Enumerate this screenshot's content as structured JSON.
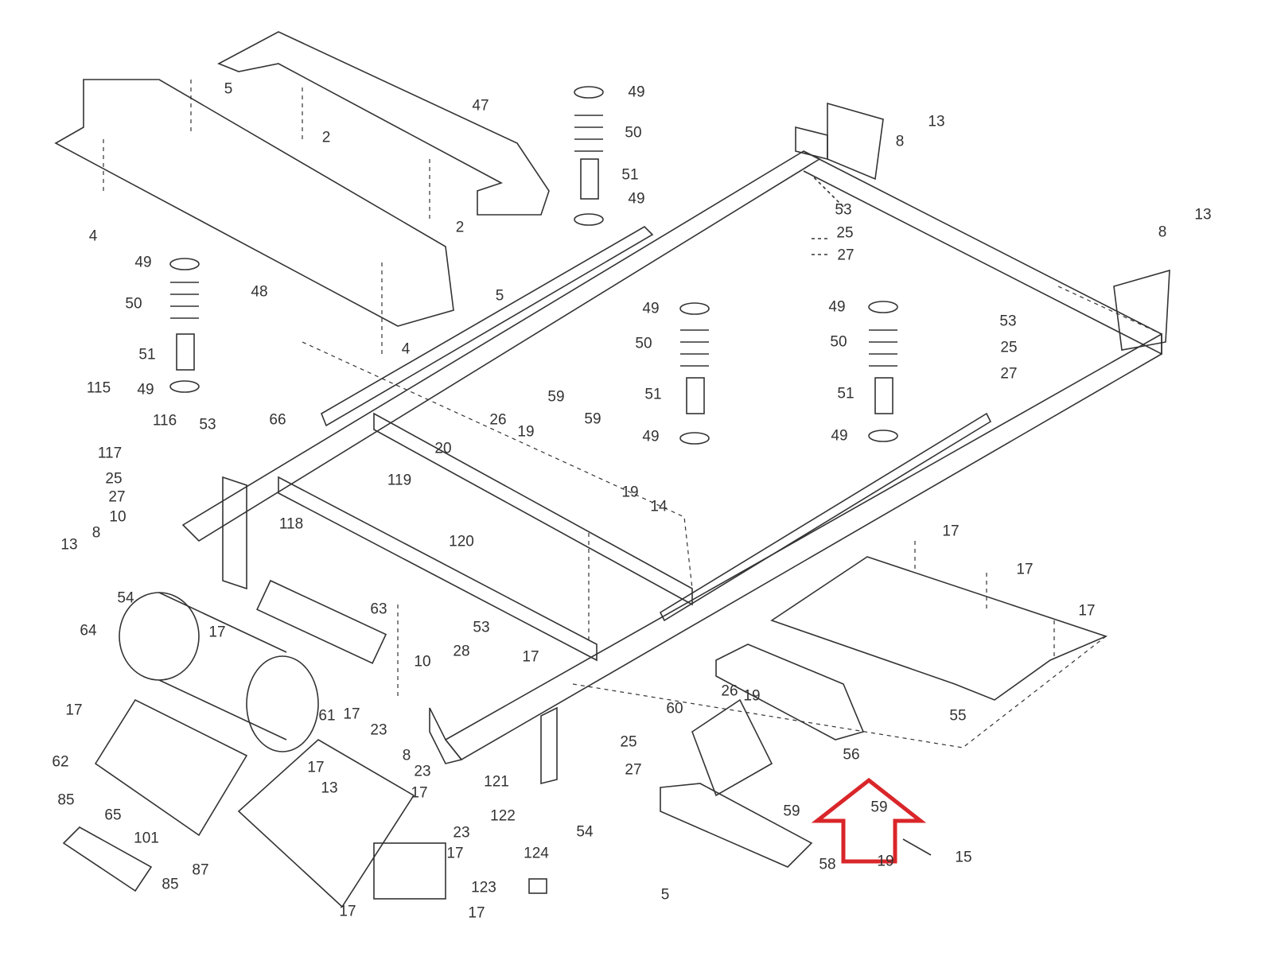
{
  "highlight_color": "#d9262a",
  "line_color": "#333333",
  "labels": [
    "5",
    "2",
    "47",
    "4",
    "2",
    "48",
    "49",
    "50",
    "51",
    "49",
    "13",
    "8",
    "53",
    "25",
    "27",
    "13",
    "8",
    "49",
    "50",
    "51",
    "49",
    "5",
    "4",
    "49",
    "50",
    "51",
    "49",
    "49",
    "50",
    "51",
    "49",
    "53",
    "25",
    "27",
    "115",
    "116",
    "53",
    "66",
    "117",
    "25",
    "27",
    "10",
    "13",
    "8",
    "54",
    "20",
    "119",
    "120",
    "118",
    "26",
    "19",
    "59",
    "59",
    "19",
    "14",
    "17",
    "17",
    "17",
    "64",
    "17",
    "63",
    "53",
    "17",
    "28",
    "10",
    "17",
    "17",
    "61",
    "23",
    "8",
    "17",
    "13",
    "23",
    "17",
    "62",
    "121",
    "122",
    "25",
    "27",
    "54",
    "60",
    "26",
    "19",
    "56",
    "59",
    "59",
    "19",
    "15",
    "58",
    "5",
    "85",
    "65",
    "101",
    "85",
    "87",
    "23",
    "17",
    "124",
    "123",
    "17",
    "17",
    "55"
  ]
}
